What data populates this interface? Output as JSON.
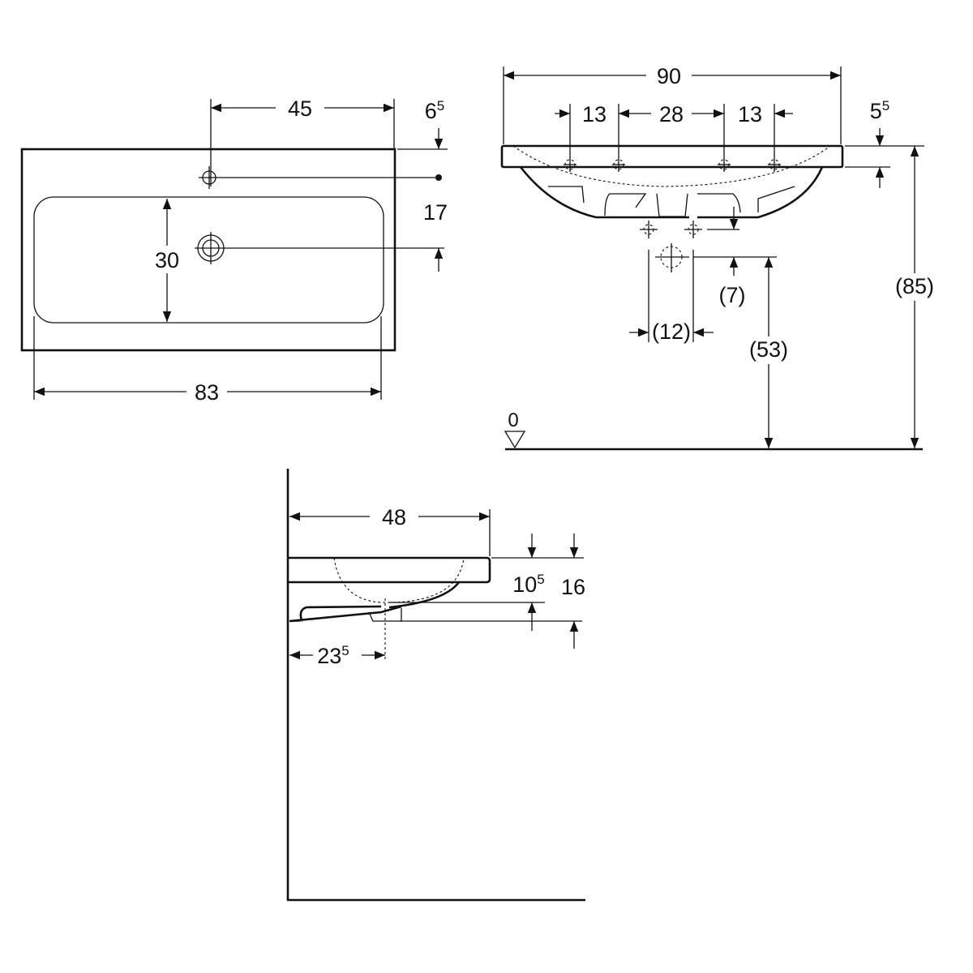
{
  "plan_view": {
    "width_dim": {
      "main": "45"
    },
    "edge_to_tap_dim": {
      "main": "6",
      "sup": "5"
    },
    "tap_to_drain_dim": {
      "main": "17"
    },
    "basin_depth_dim": {
      "main": "30"
    },
    "basin_width_dim": {
      "main": "83"
    }
  },
  "front_view": {
    "overall_width_dim": {
      "main": "90"
    },
    "hole_spacing_left_dim": {
      "main": "13"
    },
    "hole_spacing_middle_dim": {
      "main": "28"
    },
    "hole_spacing_right_dim": {
      "main": "13"
    },
    "slab_thickness_dim": {
      "main": "5",
      "sup": "5"
    },
    "waste_offset_dim": {
      "main": "(7)"
    },
    "waste_spacing_dim": {
      "main": "(12)"
    },
    "waste_height_dim": {
      "main": "(53)"
    },
    "rim_height_dim": {
      "main": "(85)"
    },
    "floor_level_label": "0"
  },
  "side_view": {
    "depth_dim": {
      "main": "48"
    },
    "bowl_height_dim": {
      "main": "10",
      "sup": "5"
    },
    "overall_height_dim": {
      "main": "16"
    },
    "drain_offset_dim": {
      "main": "23",
      "sup": "5"
    }
  },
  "colors": {
    "line": "#111111",
    "background": "#ffffff"
  }
}
